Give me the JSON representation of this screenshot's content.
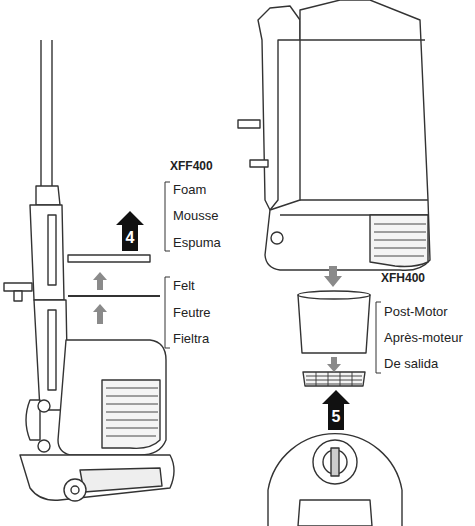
{
  "diagram": {
    "nodes": [
      {
        "text": [
          "4"
        ]
      },
      {
        "text": [
          "5"
        ]
      }
    ],
    "labels": [
      "XFF400",
      "Foam",
      "Mousse",
      "Espuma",
      "Felt",
      "Feutre",
      "Fieltra",
      "XFH400",
      "Post-Motor",
      "Après-moteur",
      "De salida"
    ]
  }
}
